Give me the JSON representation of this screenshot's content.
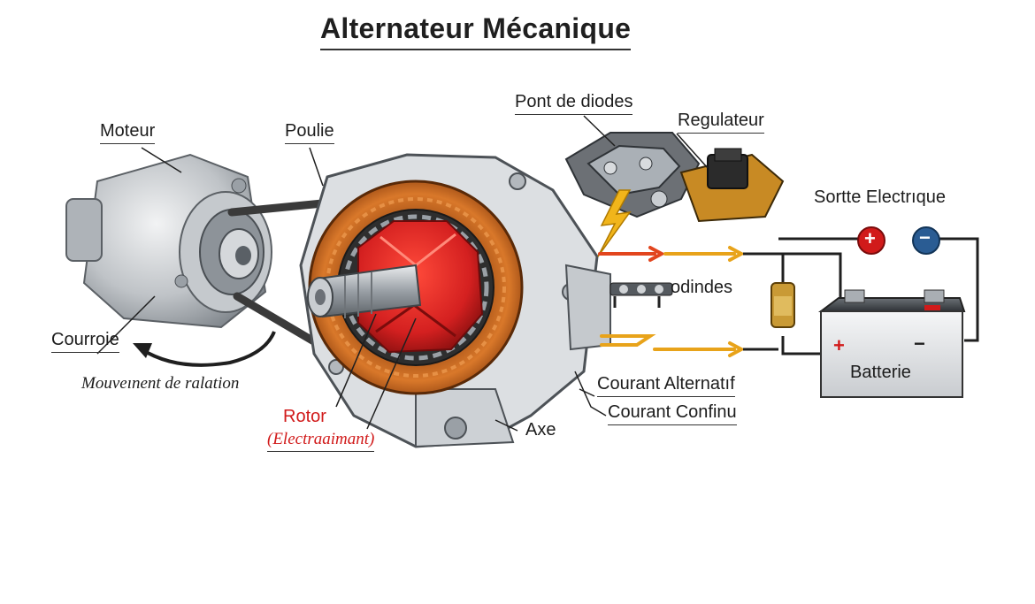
{
  "title": "Alternateur Mécanique",
  "labels": {
    "moteur": "Moteur",
    "poulie": "Poulie",
    "pont_de_diodes": "Pont de diodes",
    "regulateur": "Regulateur",
    "sortie_electrique": "Sortte Electrıque",
    "courroie": "Courroie",
    "mouvement": "Mouveınent de ralation",
    "diodes": "odindes",
    "rotor": "Rotor",
    "rotor_sub": "(Electraaimant)",
    "courant_alternatif": "Courant Alternatıf",
    "courant_continu": "Courant Confinu",
    "axe": "Axe",
    "batterie": "Batterie",
    "plus": "+",
    "minus": "−"
  },
  "colors": {
    "rotor_red": "#d42020",
    "copper": "#c8651e",
    "arrow_red": "#e2451e",
    "arrow_yellow": "#e8a31a",
    "positive": "#d11a1a",
    "negative": "#2a5c93",
    "metal": "#b9bdc2"
  }
}
